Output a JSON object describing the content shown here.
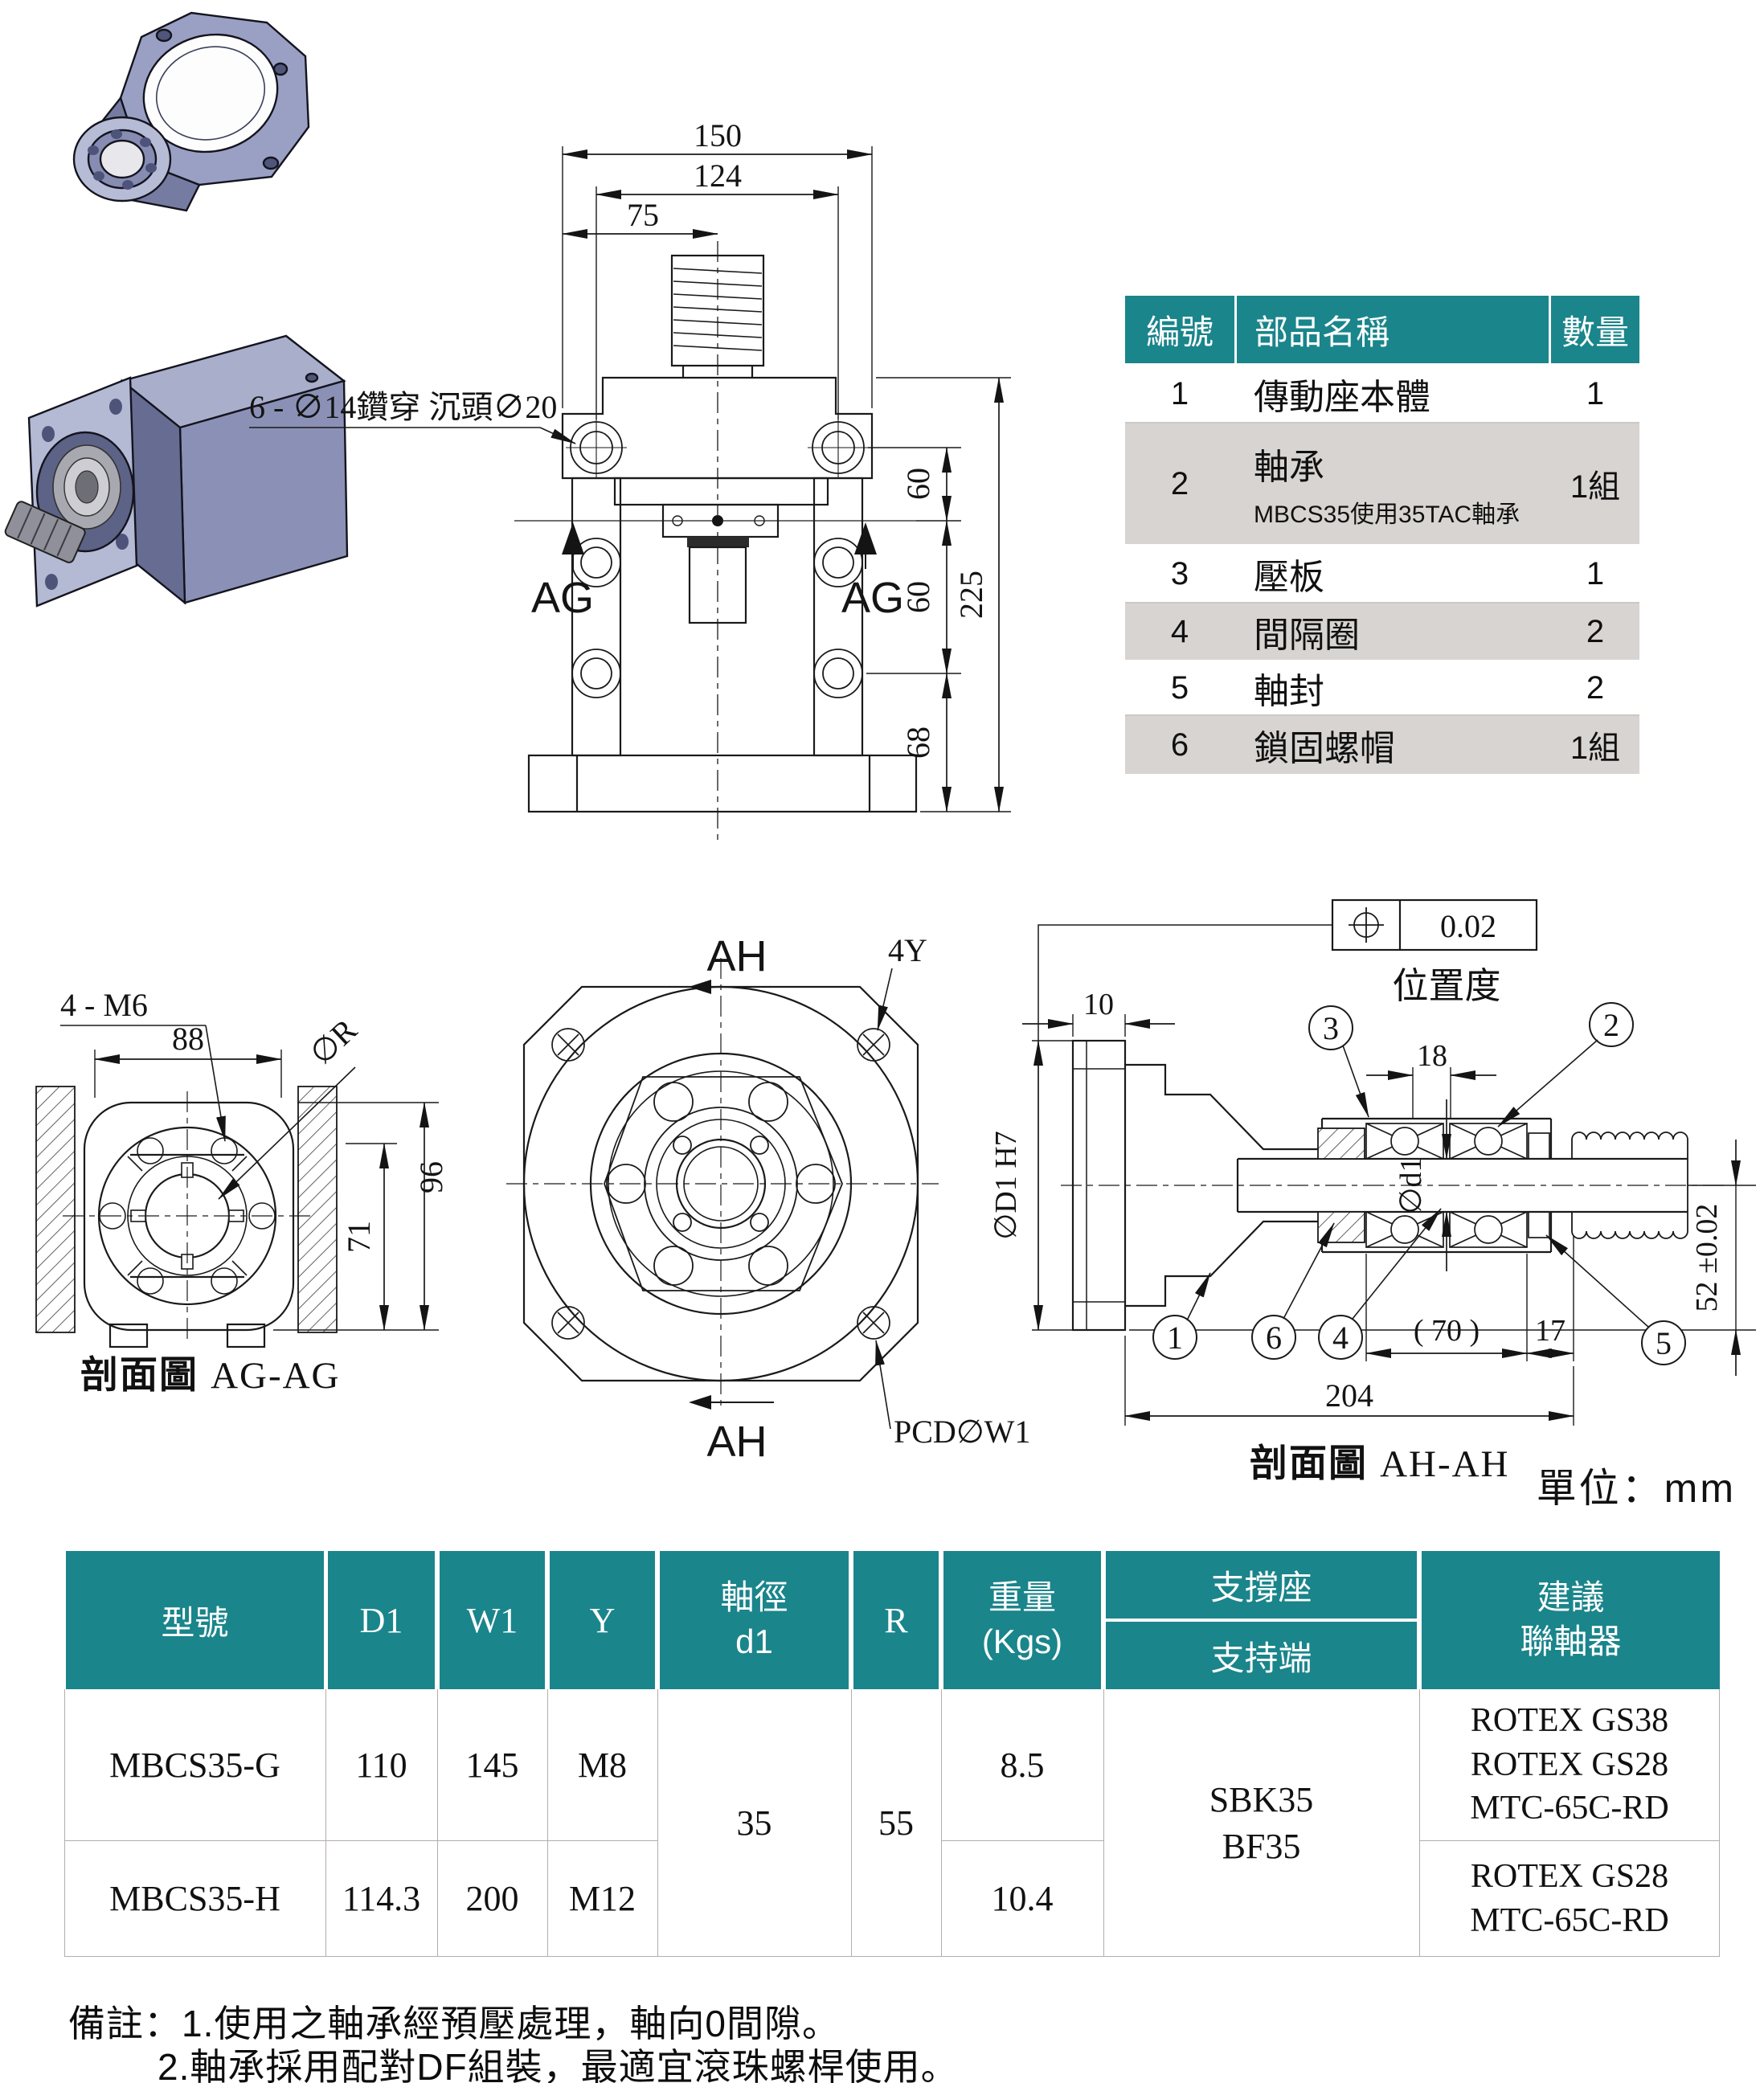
{
  "page": {
    "unit_note": "單位：mm"
  },
  "front_view": {
    "dim_width": "150",
    "dim_bolt_span": "124",
    "dim_half": "75",
    "dim_seg1": "60",
    "dim_seg2": "60",
    "dim_seg3": "68",
    "dim_height": "225",
    "counterbore_note": "6 - ∅14鑽穿 沉頭∅20",
    "section_left": "AG",
    "section_right": "AG"
  },
  "parts_table": {
    "header": {
      "no": "編號",
      "name": "部品名稱",
      "qty": "數量"
    },
    "rows": [
      {
        "no": "1",
        "name": "傳動座本體",
        "sub": "",
        "qty": "1"
      },
      {
        "no": "2",
        "name": "軸承",
        "sub": "MBCS35使用35TAC軸承",
        "qty": "1組"
      },
      {
        "no": "3",
        "name": "壓板",
        "sub": "",
        "qty": "1"
      },
      {
        "no": "4",
        "name": "間隔圈",
        "sub": "",
        "qty": "2"
      },
      {
        "no": "5",
        "name": "軸封",
        "sub": "",
        "qty": "2"
      },
      {
        "no": "6",
        "name": "鎖固螺帽",
        "sub": "",
        "qty": "1組"
      }
    ]
  },
  "ag_section": {
    "tap_note": "4 - M6",
    "dim_width": "88",
    "radius_label": "∅R",
    "dim_inner": "71",
    "dim_outer": "96",
    "caption_cjk": "剖面圖",
    "caption_lat": "AG-AG"
  },
  "ah_view": {
    "marker_top": "AH",
    "marker_bottom": "AH",
    "corner_hole_label": "4Y",
    "pcd_label": "PCD∅W1"
  },
  "ah_section": {
    "tol_value": "0.02",
    "tol_name": "位置度",
    "dim_plate": "10",
    "dim_nut": "18",
    "dim_bearing": "( 70 )",
    "dim_seal": "17",
    "dim_length": "204",
    "dim_center_height": "52 ±0.02",
    "bore_label": "∅D1 H7",
    "shaft_label": "∅d1",
    "callout_1": "1",
    "callout_2": "2",
    "callout_3": "3",
    "callout_4": "4",
    "callout_5": "5",
    "callout_6": "6",
    "caption_cjk": "剖面圖",
    "caption_lat": "AH-AH"
  },
  "spec_table": {
    "header": {
      "model": "型號",
      "d1": "D1",
      "w1": "W1",
      "y": "Y",
      "shaft": "軸徑\nd1",
      "r": "R",
      "weight": "重量\n(Kgs)",
      "support": "支撐座",
      "support_end": "支持端",
      "coupling": "建議\n聯軸器"
    },
    "rows": [
      {
        "model": "MBCS35-G",
        "d1": "110",
        "w1": "145",
        "y": "M8",
        "weight": "8.5",
        "coupling": "ROTEX  GS38\nROTEX  GS28\nMTC-65C-RD"
      },
      {
        "model": "MBCS35-H",
        "d1": "114.3",
        "w1": "200",
        "y": "M12",
        "weight": "10.4",
        "coupling": "ROTEX  GS28\nMTC-65C-RD"
      }
    ],
    "merged": {
      "shaft": "35",
      "r": "55",
      "support": "SBK35\nBF35"
    }
  },
  "notes": {
    "line1": "備註：1.使用之軸承經預壓處理，軸向0間隙。",
    "line2": "2.軸承採用配對DF組裝，最適宜滾珠螺桿使用。"
  }
}
